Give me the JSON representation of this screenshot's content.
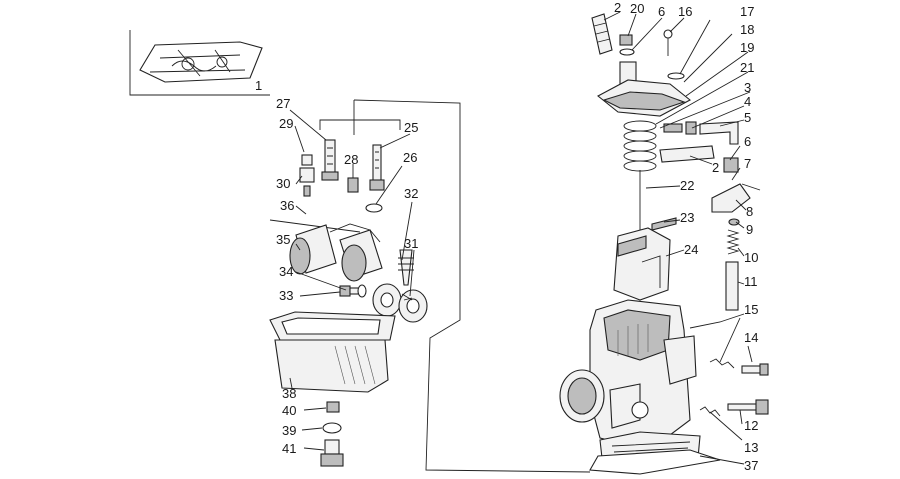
{
  "callouts": [
    {
      "id": "c1",
      "text": "1"
    },
    {
      "id": "c2a",
      "text": "2"
    },
    {
      "id": "c20",
      "text": "20"
    },
    {
      "id": "c6a",
      "text": "6"
    },
    {
      "id": "c16",
      "text": "16"
    },
    {
      "id": "c17",
      "text": "17"
    },
    {
      "id": "c18",
      "text": "18"
    },
    {
      "id": "c19",
      "text": "19"
    },
    {
      "id": "c21",
      "text": "21"
    },
    {
      "id": "c3",
      "text": "3"
    },
    {
      "id": "c4",
      "text": "4"
    },
    {
      "id": "c5",
      "text": "5"
    },
    {
      "id": "c6b",
      "text": "6"
    },
    {
      "id": "c2b",
      "text": "2"
    },
    {
      "id": "c7",
      "text": "7"
    },
    {
      "id": "c22",
      "text": "22"
    },
    {
      "id": "c8",
      "text": "8"
    },
    {
      "id": "c9",
      "text": "9"
    },
    {
      "id": "c23",
      "text": "23"
    },
    {
      "id": "c24",
      "text": "24"
    },
    {
      "id": "c10",
      "text": "10"
    },
    {
      "id": "c11",
      "text": "11"
    },
    {
      "id": "c15",
      "text": "15"
    },
    {
      "id": "c14",
      "text": "14"
    },
    {
      "id": "c12",
      "text": "12"
    },
    {
      "id": "c13",
      "text": "13"
    },
    {
      "id": "c37",
      "text": "37"
    },
    {
      "id": "c27",
      "text": "27"
    },
    {
      "id": "c29",
      "text": "29"
    },
    {
      "id": "c25",
      "text": "25"
    },
    {
      "id": "c28",
      "text": "28"
    },
    {
      "id": "c26",
      "text": "26"
    },
    {
      "id": "c30",
      "text": "30"
    },
    {
      "id": "c32",
      "text": "32"
    },
    {
      "id": "c36",
      "text": "36"
    },
    {
      "id": "c35",
      "text": "35"
    },
    {
      "id": "c31",
      "text": "31"
    },
    {
      "id": "c34",
      "text": "34"
    },
    {
      "id": "c33",
      "text": "33"
    },
    {
      "id": "c38",
      "text": "38"
    },
    {
      "id": "c40",
      "text": "40"
    },
    {
      "id": "c39",
      "text": "39"
    },
    {
      "id": "c41",
      "text": "41"
    }
  ]
}
